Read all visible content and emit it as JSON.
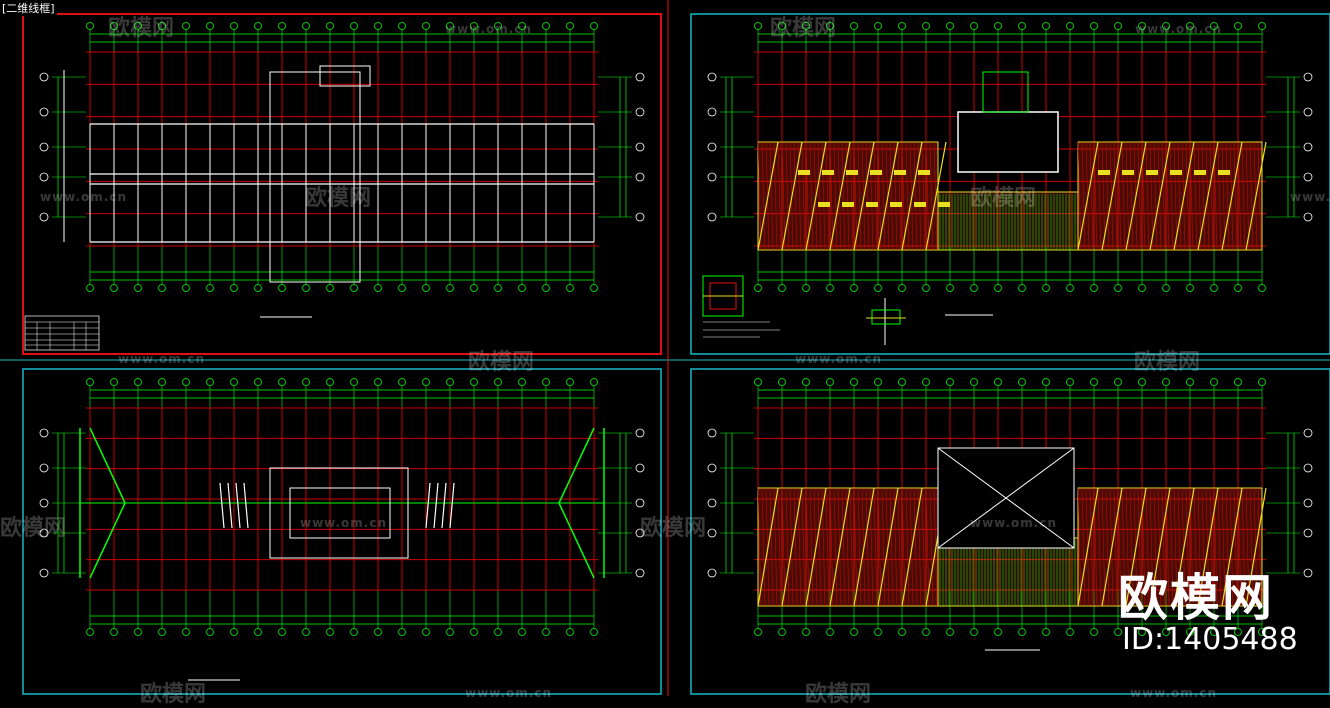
{
  "tab": {
    "label": "[二维线框]"
  },
  "watermark": {
    "brand": "欧模网",
    "url": "www.om.cn"
  },
  "logo": {
    "brand": "欧模网",
    "id": "ID:1405488"
  },
  "colors": {
    "background": "#000000",
    "grid": "#cc0000",
    "dims": "#00ff00",
    "frame_active": "#e01010",
    "frame": "#19b8c8",
    "hatch": "#e8e020",
    "walls": "#ffffff"
  }
}
